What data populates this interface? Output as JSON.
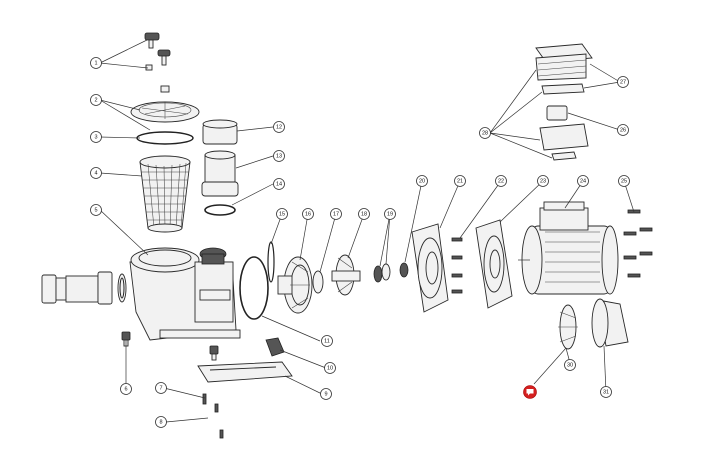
{
  "diagram": {
    "type": "exploded-parts-view",
    "subject": "pool pump",
    "callouts": [
      "1",
      "2",
      "3",
      "4",
      "5",
      "6",
      "7",
      "8",
      "9",
      "10",
      "11",
      "12",
      "13",
      "14",
      "15",
      "16",
      "17",
      "18",
      "19",
      "20",
      "21",
      "22",
      "23",
      "24",
      "25",
      "26",
      "27",
      "28",
      "30",
      "31"
    ],
    "badge_icon": "chat-icon",
    "badge_color": "#d42020"
  }
}
